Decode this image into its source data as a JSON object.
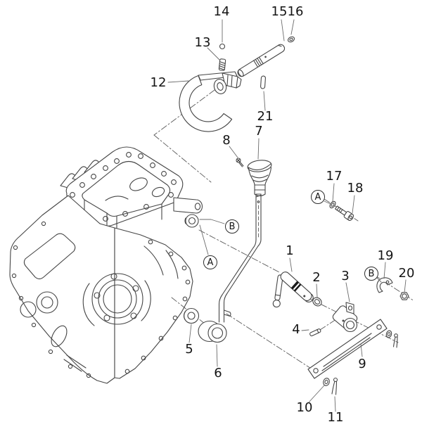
{
  "colors": {
    "background": "#ffffff",
    "line": "#454545",
    "label": "#141414"
  },
  "callouts": [
    {
      "label": "1"
    },
    {
      "label": "2"
    },
    {
      "label": "3"
    },
    {
      "label": "4"
    },
    {
      "label": "5"
    },
    {
      "label": "6"
    },
    {
      "label": "7"
    },
    {
      "label": "8"
    },
    {
      "label": "9"
    },
    {
      "label": "10"
    },
    {
      "label": "11"
    },
    {
      "label": "12"
    },
    {
      "label": "13"
    },
    {
      "label": "14"
    },
    {
      "label": "15"
    },
    {
      "label": "16"
    },
    {
      "label": "17"
    },
    {
      "label": "18"
    },
    {
      "label": "19"
    },
    {
      "label": "20"
    },
    {
      "label": "21"
    }
  ],
  "balloons": [
    {
      "label": "A"
    },
    {
      "label": "B"
    },
    {
      "label": "A"
    },
    {
      "label": "B"
    }
  ]
}
